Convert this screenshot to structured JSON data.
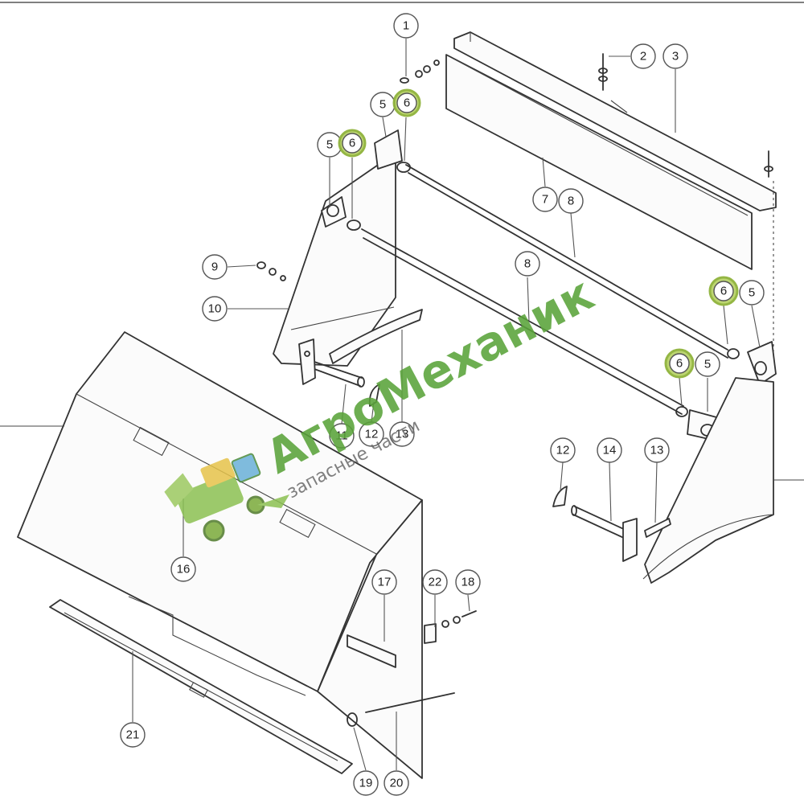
{
  "diagram": {
    "callouts": [
      {
        "id": "c1",
        "label": "1"
      },
      {
        "id": "c2",
        "label": "2"
      },
      {
        "id": "c3",
        "label": "3"
      },
      {
        "id": "c5a",
        "label": "5"
      },
      {
        "id": "c6a",
        "label": "6",
        "highlight": true
      },
      {
        "id": "c5b",
        "label": "5"
      },
      {
        "id": "c6b",
        "label": "6",
        "highlight": true
      },
      {
        "id": "c7",
        "label": "7"
      },
      {
        "id": "c8a",
        "label": "8"
      },
      {
        "id": "c8b",
        "label": "8"
      },
      {
        "id": "c6c",
        "label": "6",
        "highlight": true
      },
      {
        "id": "c5c",
        "label": "5"
      },
      {
        "id": "c6d",
        "label": "6",
        "highlight": true
      },
      {
        "id": "c5d",
        "label": "5"
      },
      {
        "id": "c9",
        "label": "9"
      },
      {
        "id": "c10",
        "label": "10"
      },
      {
        "id": "c11",
        "label": "11"
      },
      {
        "id": "c12a",
        "label": "12"
      },
      {
        "id": "c13a",
        "label": "13"
      },
      {
        "id": "c12b",
        "label": "12"
      },
      {
        "id": "c14",
        "label": "14"
      },
      {
        "id": "c13b",
        "label": "13"
      },
      {
        "id": "c16",
        "label": "16"
      },
      {
        "id": "c17",
        "label": "17"
      },
      {
        "id": "c22",
        "label": "22"
      },
      {
        "id": "c18",
        "label": "18"
      },
      {
        "id": "c21",
        "label": "21"
      },
      {
        "id": "c19",
        "label": "19"
      },
      {
        "id": "c20",
        "label": "20"
      }
    ],
    "highlight_color": "#b9d36a",
    "line_color": "#333333"
  },
  "watermark": {
    "brand": "АгроМеханик",
    "tagline": "запасные части",
    "brand_color": "#5aa33a",
    "logo_icon": "combine-harvester-icon"
  }
}
